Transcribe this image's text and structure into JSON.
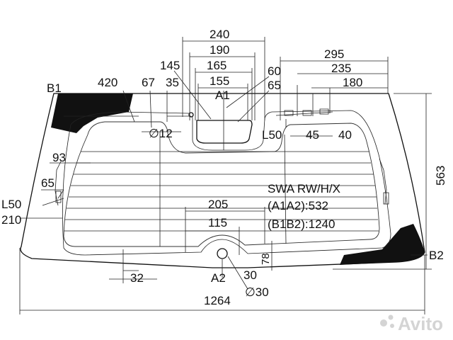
{
  "labels": {
    "dimensions": {
      "top_240": "240",
      "top_190": "190",
      "top_165": "165",
      "top_155": "155",
      "top_145": "145",
      "top_60": "60",
      "top_65": "65",
      "top_295": "295",
      "top_235": "235",
      "top_180": "180",
      "left_420": "420",
      "left_67": "67",
      "left_35": "35",
      "hole_12": "∅12",
      "side_93": "93",
      "side_65": "65",
      "bottom_205": "205",
      "bottom_115": "115",
      "bottom_78": "78",
      "bottom_32": "32",
      "bottom_30": "30",
      "hole_30": "∅30",
      "total_width": "1264",
      "total_height": "563",
      "mid_45": "45",
      "mid_40": "40"
    },
    "markers": {
      "b1": "B1",
      "b2": "B2",
      "a1": "A1",
      "a2": "A2",
      "l50_left": "L50",
      "l50_right": "L50",
      "left_210": "210"
    },
    "spec": {
      "model": "SWA RW/H/X",
      "a1a2": "(A1A2):532",
      "b1b2": "(B1B2):1240"
    },
    "watermark": "Avito"
  },
  "colors": {
    "ink": "#111111",
    "ceramic": "#111111",
    "watermark": "#d4d4d4"
  }
}
